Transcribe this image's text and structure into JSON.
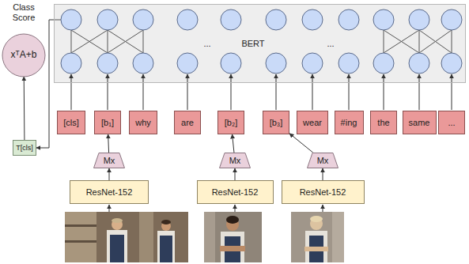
{
  "diagram": {
    "nodes": [
      {
        "text": [
          "...",
          "BERT",
          "..."
        ]
      },
      {
        "text": [
          "xᵀA+b"
        ]
      },
      {
        "text": [
          "T[cls]"
        ]
      },
      {
        "text": [
          "[cls]"
        ]
      },
      {
        "text": [
          "[b₁]"
        ]
      },
      {
        "text": [
          "why"
        ]
      },
      {
        "text": [
          "are"
        ]
      },
      {
        "text": [
          "[b₂]"
        ]
      },
      {
        "text": [
          "[b₃]"
        ]
      },
      {
        "text": [
          "wear"
        ]
      },
      {
        "text": [
          "#ing"
        ]
      },
      {
        "text": [
          "the"
        ]
      },
      {
        "text": [
          "same"
        ]
      },
      {
        "text": [
          "..."
        ]
      },
      {
        "text": [
          "Mx"
        ]
      },
      {
        "text": [
          "Mx"
        ]
      },
      {
        "text": [
          "Mx"
        ]
      },
      {
        "text": [
          "ResNet-152"
        ]
      },
      {
        "text": [
          "ResNet-152"
        ]
      },
      {
        "text": [
          "ResNet-152"
        ]
      }
    ],
    "edges": [
      {
        "from": 17,
        "to": 14,
        "arrow": "to"
      },
      {
        "from": 18,
        "to": 15,
        "arrow": "to"
      },
      {
        "from": 19,
        "to": 16,
        "arrow": "to"
      },
      {
        "from": 14,
        "to": 4,
        "arrow": "to"
      },
      {
        "from": 15,
        "to": 7,
        "arrow": "to"
      },
      {
        "from": 16,
        "to": 8,
        "arrow": "to"
      },
      {
        "from": 0,
        "to": 2,
        "arrow": "to"
      },
      {
        "from": 2,
        "to": 1,
        "arrow": "to"
      }
    ],
    "labels": [
      "Class Score"
    ]
  }
}
